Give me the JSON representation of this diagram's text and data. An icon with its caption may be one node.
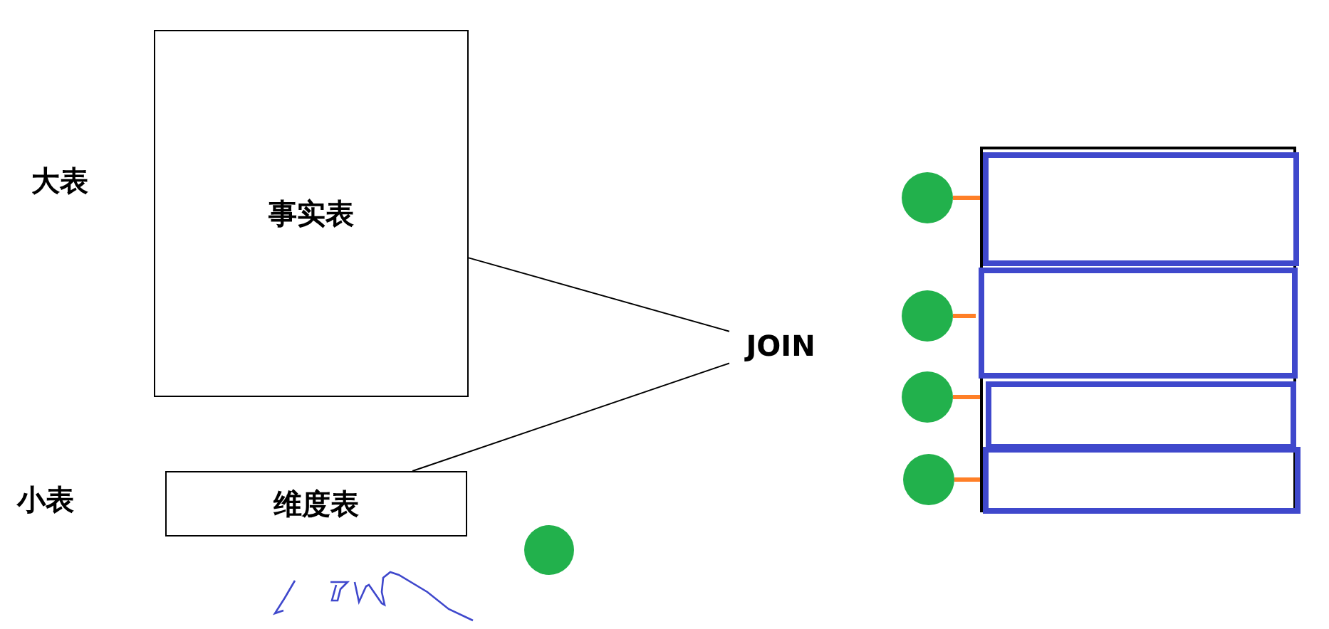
{
  "diagram": {
    "nodes": [
      {
        "text": [
          "事实表"
        ]
      },
      {
        "text": [
          "维度表"
        ]
      },
      {
        "text": [
          "JOIN"
        ]
      },
      {
        "text": [],
        "shape": "circle"
      },
      {
        "text": [],
        "shape": "box"
      },
      {
        "text": [],
        "shape": "box",
        "in": 4
      },
      {
        "text": [],
        "shape": "box",
        "in": 4
      },
      {
        "text": [],
        "shape": "box",
        "in": 4
      },
      {
        "text": [],
        "shape": "box",
        "in": 4
      },
      {
        "text": [],
        "shape": "circle"
      },
      {
        "text": [],
        "shape": "circle"
      },
      {
        "text": [],
        "shape": "circle"
      },
      {
        "text": [],
        "shape": "circle"
      }
    ],
    "edges": [
      {
        "from": 0,
        "to": 2,
        "arrow": "none",
        "color": "#000000"
      },
      {
        "from": 1,
        "to": 2,
        "arrow": "none",
        "color": "#000000"
      },
      {
        "from": 9,
        "to": 5,
        "arrow": "none",
        "color": "#ff7f27"
      },
      {
        "from": 10,
        "to": 6,
        "arrow": "none",
        "color": "#ff7f27"
      },
      {
        "from": 11,
        "to": 7,
        "arrow": "none",
        "color": "#ff7f27"
      },
      {
        "from": 12,
        "to": 8,
        "arrow": "none",
        "color": "#ff7f27"
      }
    ],
    "labels": [
      "大表",
      "小表"
    ]
  }
}
